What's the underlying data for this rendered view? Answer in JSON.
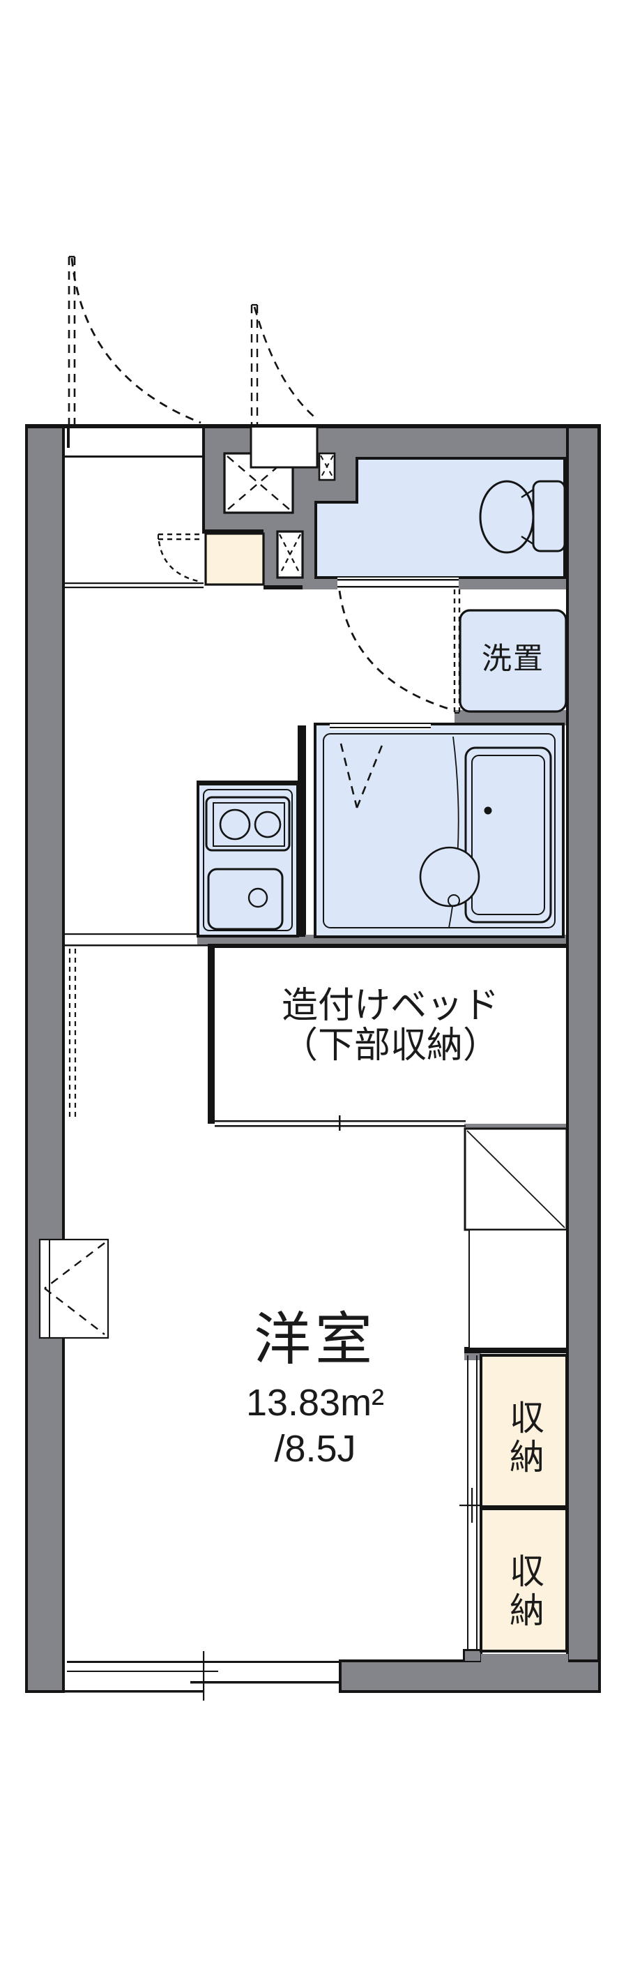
{
  "floorplan": {
    "title": "apartment-floor-plan",
    "rooms": {
      "main_room": {
        "name": "洋室",
        "area_m2": "13.83m²",
        "area_tatami": "/8.5J"
      },
      "built_in_bed": {
        "line1": "造付けベッド",
        "line2": "（下部収納）"
      },
      "laundry": {
        "label": "洗置"
      },
      "closet_upper": {
        "label": "収納"
      },
      "closet_lower": {
        "label": "収納"
      }
    },
    "colors": {
      "wall": "#84848b",
      "fixture": "#dbe7f8",
      "cream": "#fdf2dd",
      "line": "#141414",
      "background": "#ffffff"
    }
  }
}
